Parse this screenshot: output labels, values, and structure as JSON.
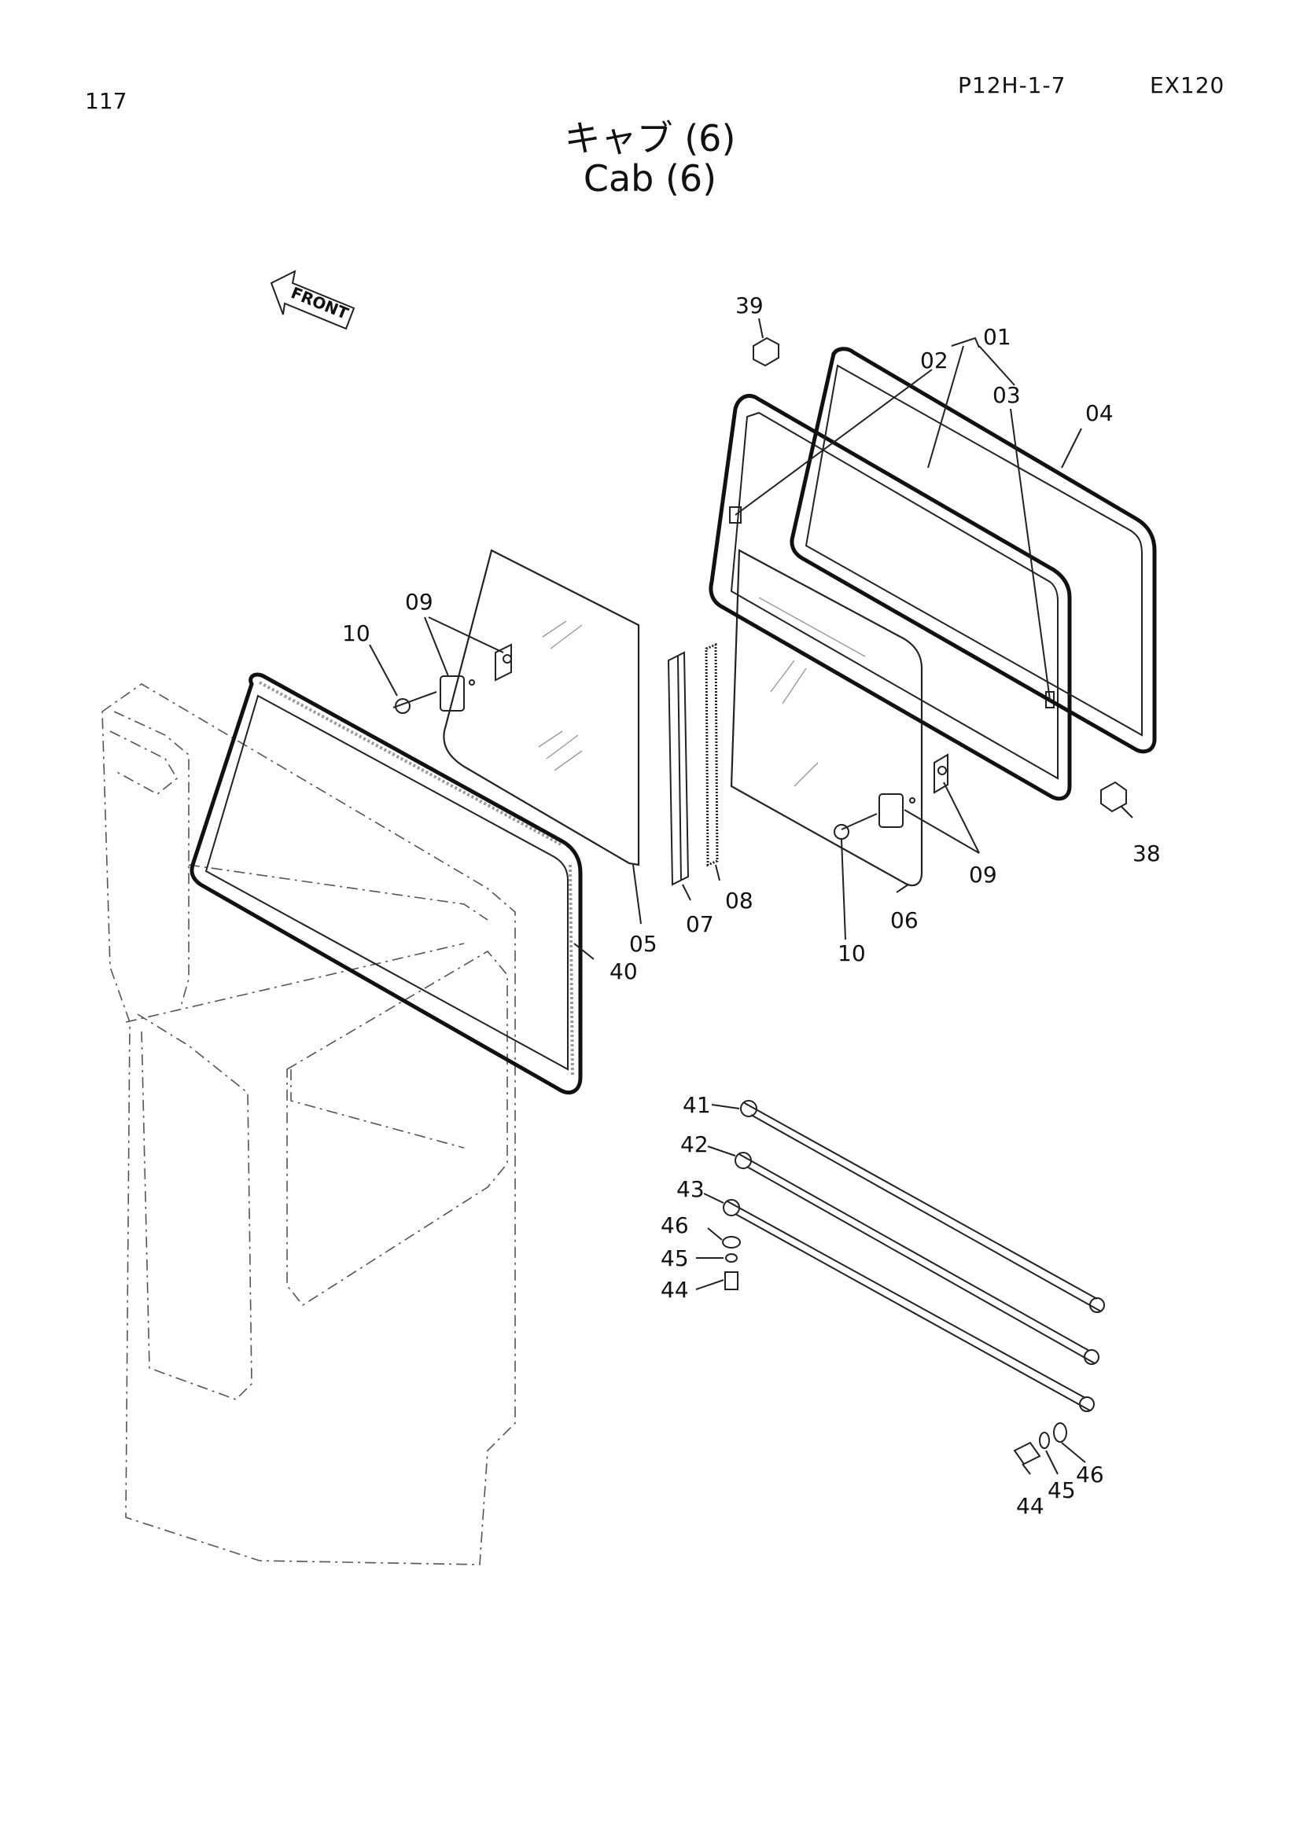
{
  "header": {
    "page_number": "117",
    "doc_code": "P12H-1-7",
    "model": "EX120",
    "title_jp": "キャブ (6)",
    "title_en": "Cab (6)"
  },
  "front_arrow": {
    "label": "FRONT",
    "icon": "front-arrow-icon"
  },
  "callouts": {
    "c01": "01",
    "c02": "02",
    "c03": "03",
    "c04": "04",
    "c05": "05",
    "c06": "06",
    "c07": "07",
    "c08": "08",
    "c09a": "09",
    "c09b": "09",
    "c10a": "10",
    "c10b": "10",
    "c38": "38",
    "c39": "39",
    "c40": "40",
    "c41": "41",
    "c42": "42",
    "c43": "43",
    "c44a": "44",
    "c44b": "44",
    "c45a": "45",
    "c45b": "45",
    "c46a": "46",
    "c46b": "46"
  }
}
